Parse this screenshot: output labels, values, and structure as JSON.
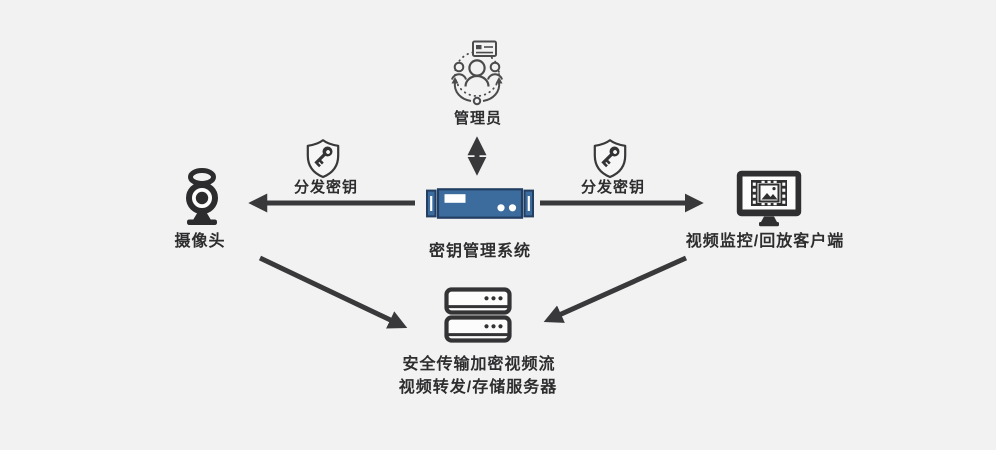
{
  "diagram": {
    "type": "architecture-flow",
    "nodes": {
      "admin": {
        "label": "管理员",
        "icon": "admin-users-icon"
      },
      "kms": {
        "label": "密钥管理系统",
        "icon": "rack-server-icon"
      },
      "camera": {
        "label": "摄像头",
        "icon": "webcam-icon"
      },
      "client": {
        "label": "视频监控/回放客户端",
        "icon": "video-monitor-icon"
      },
      "storage": {
        "caption": "安全传输加密视频流",
        "label": "视频转发/存储服务器",
        "icon": "storage-servers-icon"
      }
    },
    "edges": {
      "kms_to_camera": {
        "label": "分发密钥",
        "icon": "shield-key-icon",
        "direction": "left"
      },
      "kms_to_client": {
        "label": "分发密钥",
        "icon": "shield-key-icon",
        "direction": "right"
      },
      "admin_kms": {
        "direction": "bidirectional"
      },
      "camera_to_storage": {
        "direction": "down-right"
      },
      "client_to_storage": {
        "direction": "down-left"
      }
    },
    "colors": {
      "background": "#f2f2f2",
      "arrow": "#39393b",
      "icon_dark": "#333335",
      "server_blue": "#3c6b9d",
      "server_outline": "#223f63",
      "text": "#2d2d2f"
    }
  }
}
